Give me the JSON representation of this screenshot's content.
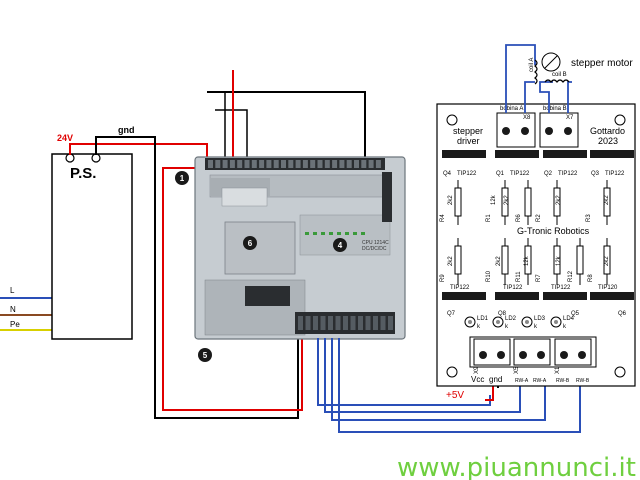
{
  "power_supply": {
    "label": "P.S.",
    "voltage_label": "24V",
    "ground_label": "gnd"
  },
  "mains": {
    "l_label": "L",
    "n_label": "N",
    "pe_label": "Pe"
  },
  "plc": {
    "callouts": [
      "1",
      "6",
      "4",
      "5"
    ],
    "cpu_label": "CPU 1214C",
    "cpu_sub": "DC/DC/DC"
  },
  "board": {
    "title_left_1": "stepper",
    "title_left_2": "driver",
    "title_right_1": "Gottardo",
    "title_right_2": "2023",
    "brand": "G-Tronic Robotics",
    "coil_a": "bobina A",
    "coil_b": "bobina B",
    "conn_top_a": "X8",
    "conn_top_b": "X7",
    "transistor_top": [
      "Q4",
      "TIP122",
      "Q1",
      "TIP122",
      "Q2",
      "TIP122",
      "Q3",
      "TIP122"
    ],
    "resistors_upper": [
      "R4",
      "2k2",
      "R1",
      "2k2",
      "12k",
      "R6",
      "R2",
      "2k2",
      "R3",
      "2k2"
    ],
    "resistors_lower": [
      "R9",
      "2k2",
      "R10",
      "2k2",
      "R11",
      "12k",
      "R7",
      "12k",
      "R12",
      "R8",
      "2k2"
    ],
    "transistor_bottom": [
      "TIP122",
      "TIP122",
      "TIP122",
      "TIP120",
      "Q7",
      "Q8",
      "Q5",
      "Q6"
    ],
    "leds": [
      "LD1",
      "LD2",
      "LD3",
      "LD4"
    ],
    "led_k": "k",
    "conn_bottom": [
      "X9",
      "X5",
      "X1"
    ],
    "bottom_labels": [
      "Vcc",
      "gnd",
      "RW-A",
      "RW-A",
      "RW-B",
      "RW-B"
    ],
    "plus5": "+5V",
    "motor_label": "stepper motor",
    "coil_a_label": "coil A",
    "coil_b_label": "coil B"
  },
  "watermark": "www.piuannunci.it"
}
